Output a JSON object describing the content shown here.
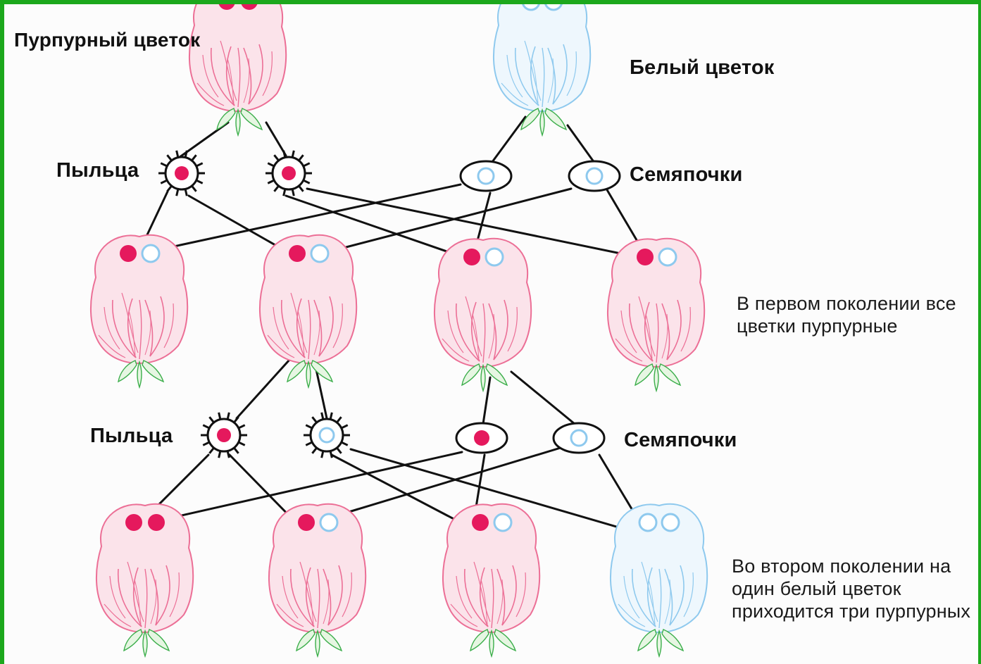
{
  "labels": {
    "purple_parent": "Пурпурный цветок",
    "white_parent": "Белый цветок",
    "pollen_1": "Пыльца",
    "ovules_1": "Семяпочки",
    "f1_note": "В первом поколении все цветки пурпурные",
    "pollen_2": "Пыльца",
    "ovules_2": "Семяпочки",
    "f2_note": "Во втором поколении на один белый цветок приходится три пурпурных"
  },
  "colors": {
    "frame": "#1ca81c",
    "purple_flower": "#ec6f96",
    "purple_dot": "#e5195d",
    "white_flower": "#8ec9ee",
    "line": "#111111",
    "leaf": "#3cae4b"
  },
  "generations": {
    "parents": [
      {
        "name": "purple-parent",
        "color": "purple",
        "alleles": [
          "dominant",
          "dominant"
        ]
      },
      {
        "name": "white-parent",
        "color": "white",
        "alleles": [
          "recessive",
          "recessive"
        ]
      }
    ],
    "gametes_1": {
      "pollen": [
        "dominant",
        "dominant"
      ],
      "ovules": [
        "recessive",
        "recessive"
      ]
    },
    "f1": [
      {
        "color": "purple",
        "alleles": [
          "dominant",
          "recessive"
        ]
      },
      {
        "color": "purple",
        "alleles": [
          "dominant",
          "recessive"
        ]
      },
      {
        "color": "purple",
        "alleles": [
          "dominant",
          "recessive"
        ]
      },
      {
        "color": "purple",
        "alleles": [
          "dominant",
          "recessive"
        ]
      }
    ],
    "gametes_2": {
      "pollen": [
        "dominant",
        "recessive"
      ],
      "ovules": [
        "dominant",
        "recessive"
      ]
    },
    "f2": [
      {
        "color": "purple",
        "alleles": [
          "dominant",
          "dominant"
        ]
      },
      {
        "color": "purple",
        "alleles": [
          "dominant",
          "recessive"
        ]
      },
      {
        "color": "purple",
        "alleles": [
          "dominant",
          "recessive"
        ]
      },
      {
        "color": "white",
        "alleles": [
          "recessive",
          "recessive"
        ]
      }
    ]
  }
}
